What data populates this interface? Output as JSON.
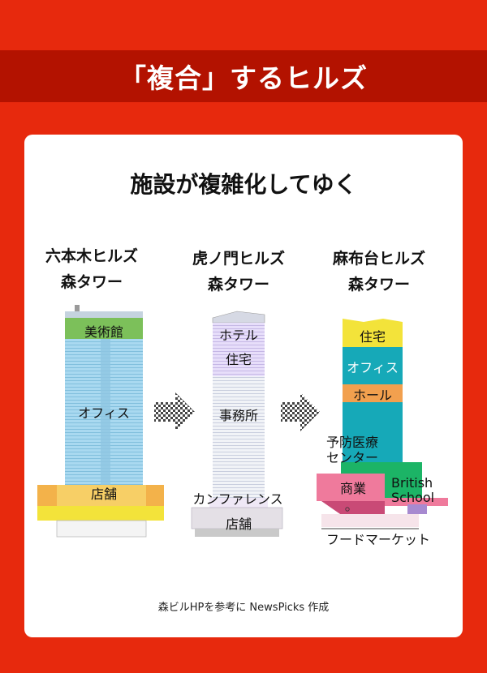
{
  "header": {
    "title": "「複合」するヒルズ"
  },
  "subtitle": "施設が複雑化してゆく",
  "buildings": [
    {
      "name_line1": "六本木ヒルズ",
      "name_line2": "森タワー",
      "floors": [
        "美術館",
        "オフィス",
        "店舗"
      ]
    },
    {
      "name_line1": "虎ノ門ヒルズ",
      "name_line2": "森タワー",
      "floors": [
        "ホテル",
        "住宅",
        "事務所",
        "カンファレンス",
        "店舗"
      ]
    },
    {
      "name_line1": "麻布台ヒルズ",
      "name_line2": "森タワー",
      "floors": [
        "住宅",
        "オフィス",
        "ホール",
        "予防医療",
        "センター",
        "商業",
        "British",
        "School",
        "フードマーケット"
      ]
    }
  ],
  "source": "森ビルHPを参考に NewsPicks 作成",
  "colors": {
    "brand_red": "#e7290d",
    "banner_red": "#b31200",
    "office_blue": "#9fd4ee",
    "museum_green": "#7cc05a",
    "retail_yellow": "#f3e33a",
    "hall_orange": "#f2a04e",
    "teal": "#16a9b8",
    "pink": "#ef7a9c",
    "school_green": "#1cb466",
    "purple": "#a78ad0",
    "arrow": "arrow-icon"
  }
}
